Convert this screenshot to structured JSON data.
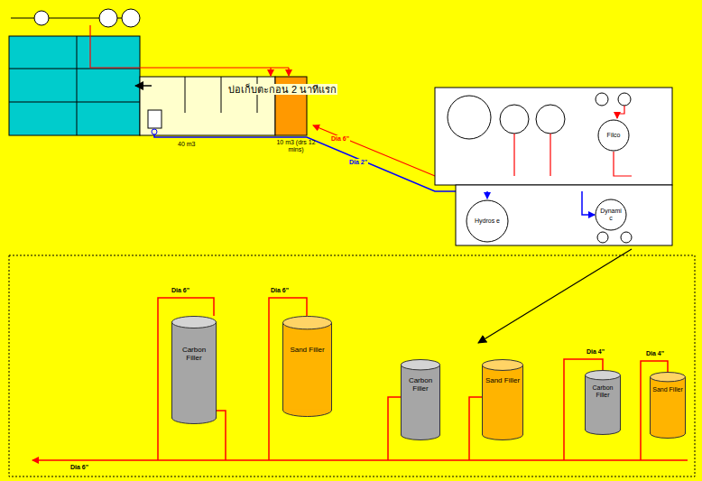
{
  "diagram": {
    "nodes": [
      {
        "text": [
          "Filco"
        ]
      },
      {
        "text": [
          "Hydros e"
        ]
      },
      {
        "text": [
          "Dynami c"
        ]
      },
      {
        "text": [
          "Carbon Filler"
        ]
      },
      {
        "text": [
          "Sand Filler"
        ]
      },
      {
        "text": [
          "Carbon Filler"
        ]
      },
      {
        "text": [
          "Sand Filler"
        ]
      },
      {
        "text": [
          "Carbon Filler"
        ]
      },
      {
        "text": [
          "Sand Filler"
        ]
      }
    ],
    "labels": [
      "บ่อเก็บตะกอน 2 นาทีแรก",
      "40 m3",
      "10 m3 (drs 12 mins)",
      "Dia 6\"",
      "Dia 2\"",
      "Dia 6\"",
      "Dia 6\"",
      "Dia 4\"",
      "Dia 4\"",
      "Dia 6\""
    ]
  }
}
